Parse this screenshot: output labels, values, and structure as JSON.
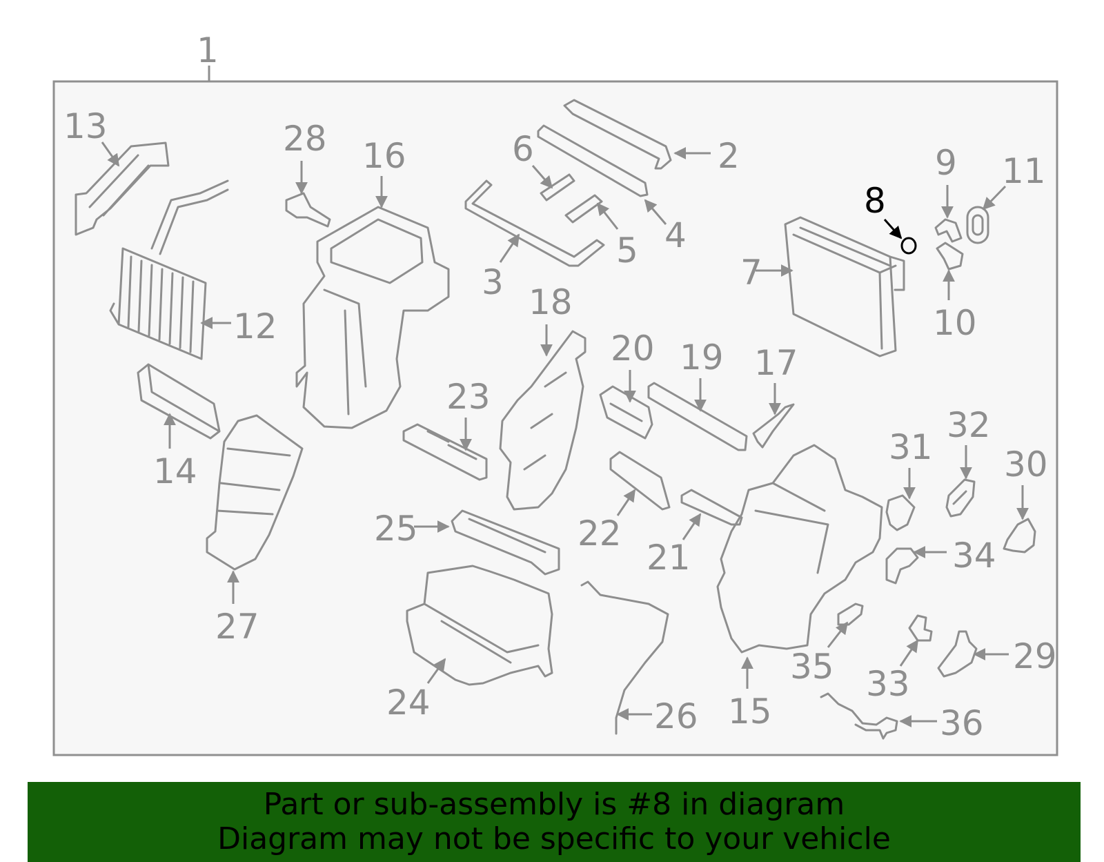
{
  "diagram": {
    "assembly_callout": "1",
    "highlighted_callout": "8",
    "highlight_color": "#000000",
    "part_color": "#8e8e8e",
    "callouts": [
      "2",
      "3",
      "4",
      "5",
      "6",
      "7",
      "8",
      "9",
      "10",
      "11",
      "12",
      "13",
      "14",
      "15",
      "16",
      "17",
      "18",
      "19",
      "20",
      "21",
      "22",
      "23",
      "24",
      "25",
      "26",
      "27",
      "28",
      "29",
      "30",
      "31",
      "32",
      "33",
      "34",
      "35",
      "36"
    ]
  },
  "banner": {
    "line1": "Part or sub-assembly is #8 in diagram",
    "line2": "Diagram may not be specific to your vehicle",
    "background_color": "#136007"
  }
}
